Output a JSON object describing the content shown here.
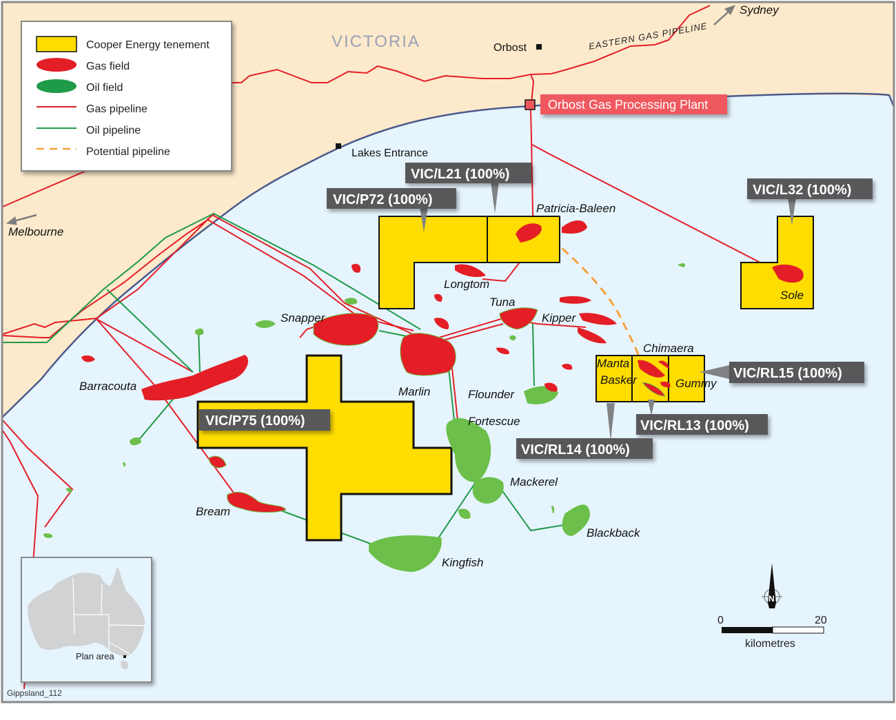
{
  "map": {
    "region_label": "VICTORIA",
    "figure_id": "Gippsland_112",
    "colors": {
      "land": "#fde9cc",
      "sea": "#e6f4fd",
      "coast": "#4a5a8c",
      "tenement": "#ffdd00",
      "gas_field": "#e31e26",
      "oil_field": "#6cbf4a",
      "gas_pipeline": "#e31e26",
      "oil_pipeline": "#1f9a48",
      "potential_pipeline": "#f7a23a",
      "callout_bg": "#58585a",
      "plant_bg": "#f0585e",
      "frame": "#8a8a8a"
    }
  },
  "legend": {
    "items": [
      {
        "symbol": "tenement",
        "label": "Cooper Energy tenement"
      },
      {
        "symbol": "gas-field",
        "label": "Gas field"
      },
      {
        "symbol": "oil-field",
        "label": "Oil field"
      },
      {
        "symbol": "gas-pipeline",
        "label": "Gas pipeline"
      },
      {
        "symbol": "oil-pipeline",
        "label": "Oil pipeline"
      },
      {
        "symbol": "potential-pipeline",
        "label": "Potential pipeline"
      }
    ]
  },
  "towns": {
    "orbost": "Orbost",
    "lakes_entrance": "Lakes Entrance",
    "sydney": "Sydney",
    "melbourne": "Melbourne"
  },
  "pipeline_labels": {
    "eastern_gas": "EASTERN GAS PIPELINE"
  },
  "plant": {
    "label": "Orbost Gas Processing Plant"
  },
  "tenements": {
    "vic_l21": "VIC/L21 (100%)",
    "vic_p72": "VIC/P72 (100%)",
    "vic_l32": "VIC/L32 (100%)",
    "vic_p75": "VIC/P75 (100%)",
    "vic_rl15": "VIC/RL15 (100%)",
    "vic_rl13": "VIC/RL13 (100%)",
    "vic_rl14": "VIC/RL14 (100%)"
  },
  "fields": {
    "patricia_baleen": "Patricia-Baleen",
    "longtom": "Longtom",
    "tuna": "Tuna",
    "kipper": "Kipper",
    "snapper": "Snapper",
    "marlin": "Marlin",
    "barracouta": "Barracouta",
    "flounder": "Flounder",
    "fortescue": "Fortescue",
    "mackerel": "Mackerel",
    "blackback": "Blackback",
    "bream": "Bream",
    "kingfish": "Kingfish",
    "sole": "Sole",
    "chimaera": "Chimaera",
    "manta": "Manta",
    "basker": "Basker",
    "gummy": "Gummy"
  },
  "scale": {
    "start": "0",
    "end": "20",
    "unit": "kilometres"
  },
  "compass": {
    "north": "N"
  },
  "inset": {
    "label": "Plan area"
  }
}
